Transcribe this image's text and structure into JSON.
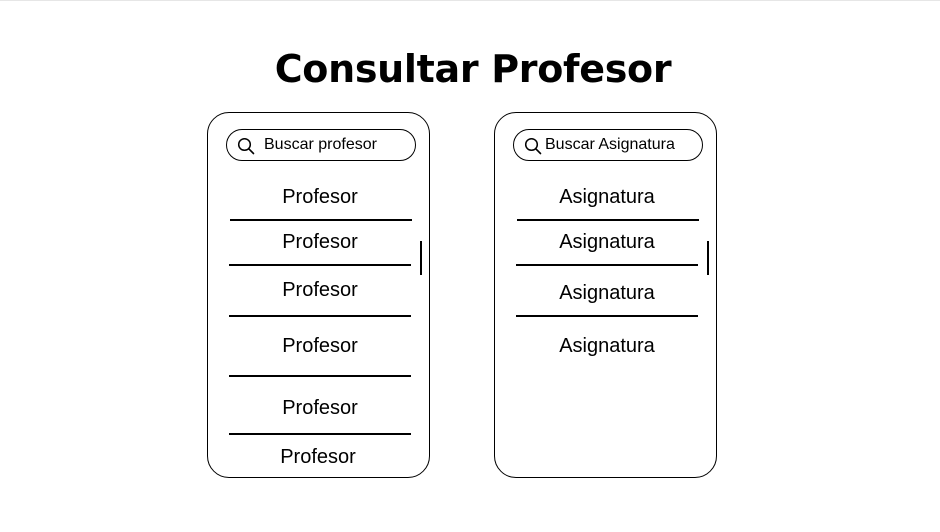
{
  "page": {
    "title": "Consultar Profesor"
  },
  "professors_panel": {
    "search_label": "Buscar profesor",
    "items": [
      {
        "label": "Profesor"
      },
      {
        "label": "Profesor"
      },
      {
        "label": "Profesor"
      },
      {
        "label": "Profesor"
      },
      {
        "label": "Profesor"
      },
      {
        "label": "Profesor"
      }
    ]
  },
  "subjects_panel": {
    "search_label": "Buscar Asignatura",
    "items": [
      {
        "label": "Asignatura"
      },
      {
        "label": "Asignatura"
      },
      {
        "label": "Asignatura"
      },
      {
        "label": "Asignatura"
      }
    ]
  },
  "icons": {
    "search": "search-icon"
  }
}
